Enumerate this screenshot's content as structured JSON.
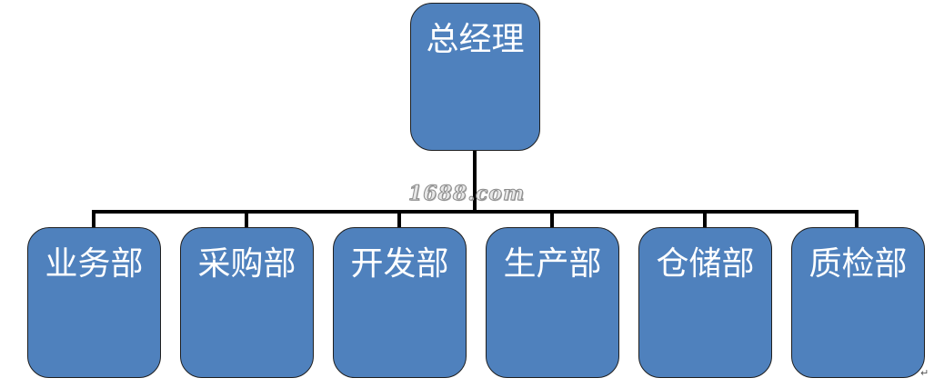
{
  "diagram": {
    "root": {
      "label": "总经理"
    },
    "departments": [
      {
        "label": "业务部"
      },
      {
        "label": "采购部"
      },
      {
        "label": "开发部"
      },
      {
        "label": "生产部"
      },
      {
        "label": "仓储部"
      },
      {
        "label": "质检部"
      }
    ]
  },
  "watermark": {
    "text": "1688.com"
  },
  "colors": {
    "box_fill": "#4f81bd",
    "box_border": "#1f1f1f",
    "label": "#ffffff",
    "connector": "#000000"
  }
}
